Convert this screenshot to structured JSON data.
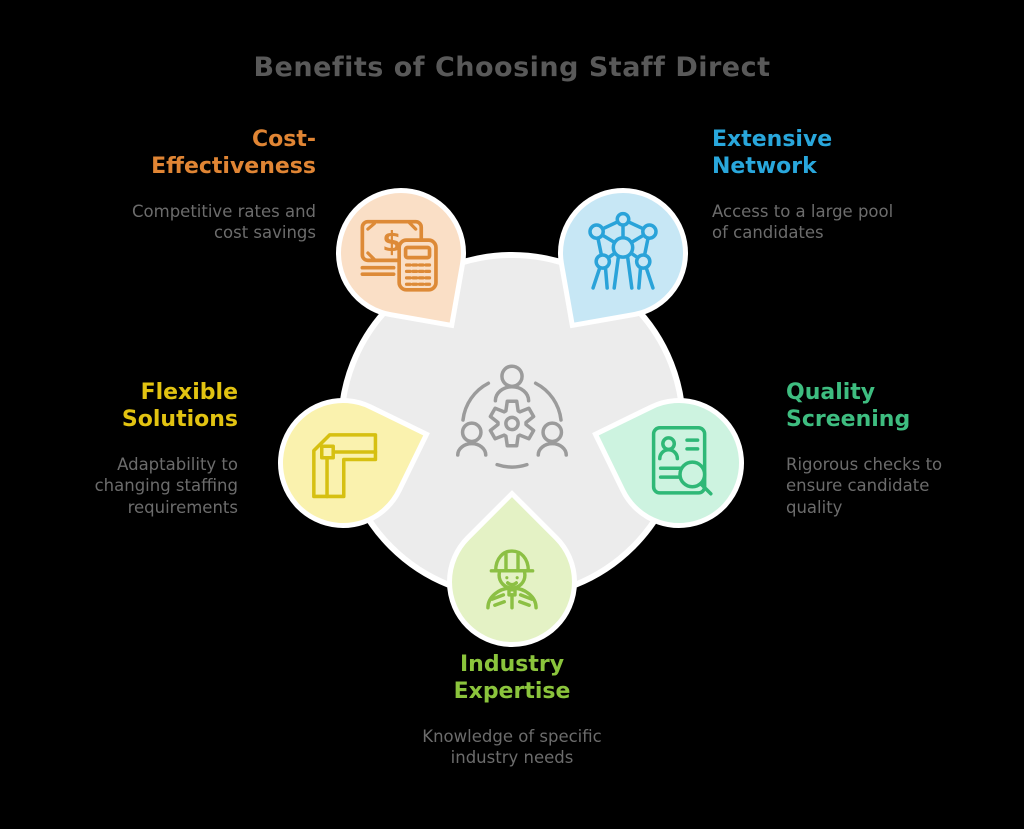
{
  "title": "Benefits of Choosing Staff Direct",
  "colors": {
    "background": "#000000",
    "title_text": "#595959",
    "desc_text": "#6C6C6C",
    "hub_fill": "#ECECEC",
    "hub_icon": "#9B9B9B"
  },
  "glyphs": {
    "dollar": "$"
  },
  "center": {
    "icon": "team-gear"
  },
  "items": [
    {
      "id": "cost-effectiveness",
      "title_lines": [
        "Cost-",
        "Effectiveness"
      ],
      "description": "Competitive rates and cost savings",
      "desc_lines": [
        "Competitive rates and",
        "cost savings"
      ],
      "accent": "#E08534",
      "petal": "#FADFC6",
      "icon": "money-calculator",
      "icon_color": "#DD8A37"
    },
    {
      "id": "extensive-network",
      "title_lines": [
        "Extensive",
        "Network"
      ],
      "description": "Access to a large pool of candidates",
      "desc_lines": [
        "Access to a large pool",
        "of candidates"
      ],
      "accent": "#29A7DC",
      "petal": "#C7E7F5",
      "icon": "network-structure",
      "icon_color": "#2AA3D9"
    },
    {
      "id": "flexible-solutions",
      "title_lines": [
        "Flexible",
        "Solutions"
      ],
      "description": "Adaptability to changing staffing requirements",
      "desc_lines": [
        "Adaptability to",
        "changing staffing",
        "requirements"
      ],
      "accent": "#E2C311",
      "petal": "#FAF2AE",
      "icon": "flexible-bracket",
      "icon_color": "#D6C011"
    },
    {
      "id": "quality-screening",
      "title_lines": [
        "Quality",
        "Screening"
      ],
      "description": "Rigorous checks to ensure candidate quality",
      "desc_lines": [
        "Rigorous checks to",
        "ensure candidate",
        "quality"
      ],
      "accent": "#3EBD80",
      "petal": "#CDF3E0",
      "icon": "resume-magnifier",
      "icon_color": "#2FB877"
    },
    {
      "id": "industry-expertise",
      "title_lines": [
        "Industry",
        "Expertise"
      ],
      "description": "Knowledge of specific industry needs",
      "desc_lines": [
        "Knowledge of specific",
        "industry needs"
      ],
      "accent": "#8BC43C",
      "petal": "#E4F2C5",
      "icon": "construction-worker",
      "icon_color": "#8CC044"
    }
  ]
}
